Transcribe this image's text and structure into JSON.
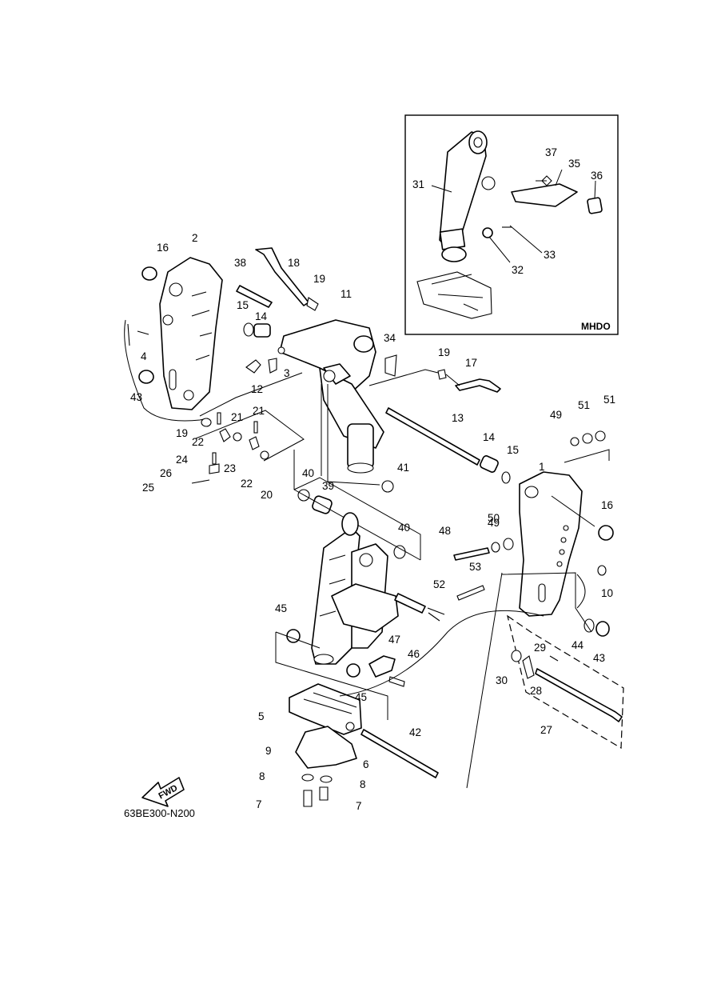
{
  "diagram": {
    "drawing_code": "63BE300-N200",
    "inset_label": "MHDO",
    "fwd_label": "FWD",
    "callouts": [
      "1",
      "2",
      "3",
      "4",
      "5",
      "6",
      "7",
      "7",
      "8",
      "8",
      "9",
      "10",
      "11",
      "12",
      "13",
      "14",
      "14",
      "15",
      "15",
      "16",
      "16",
      "17",
      "18",
      "19",
      "19",
      "19",
      "20",
      "21",
      "21",
      "22",
      "22",
      "23",
      "24",
      "25",
      "26",
      "27",
      "28",
      "29",
      "30",
      "31",
      "32",
      "33",
      "34",
      "35",
      "36",
      "37",
      "38",
      "39",
      "40",
      "40",
      "41",
      "42",
      "43",
      "43",
      "44",
      "45",
      "45",
      "46",
      "47",
      "48",
      "49",
      "49",
      "50",
      "51",
      "51",
      "52",
      "53"
    ]
  }
}
